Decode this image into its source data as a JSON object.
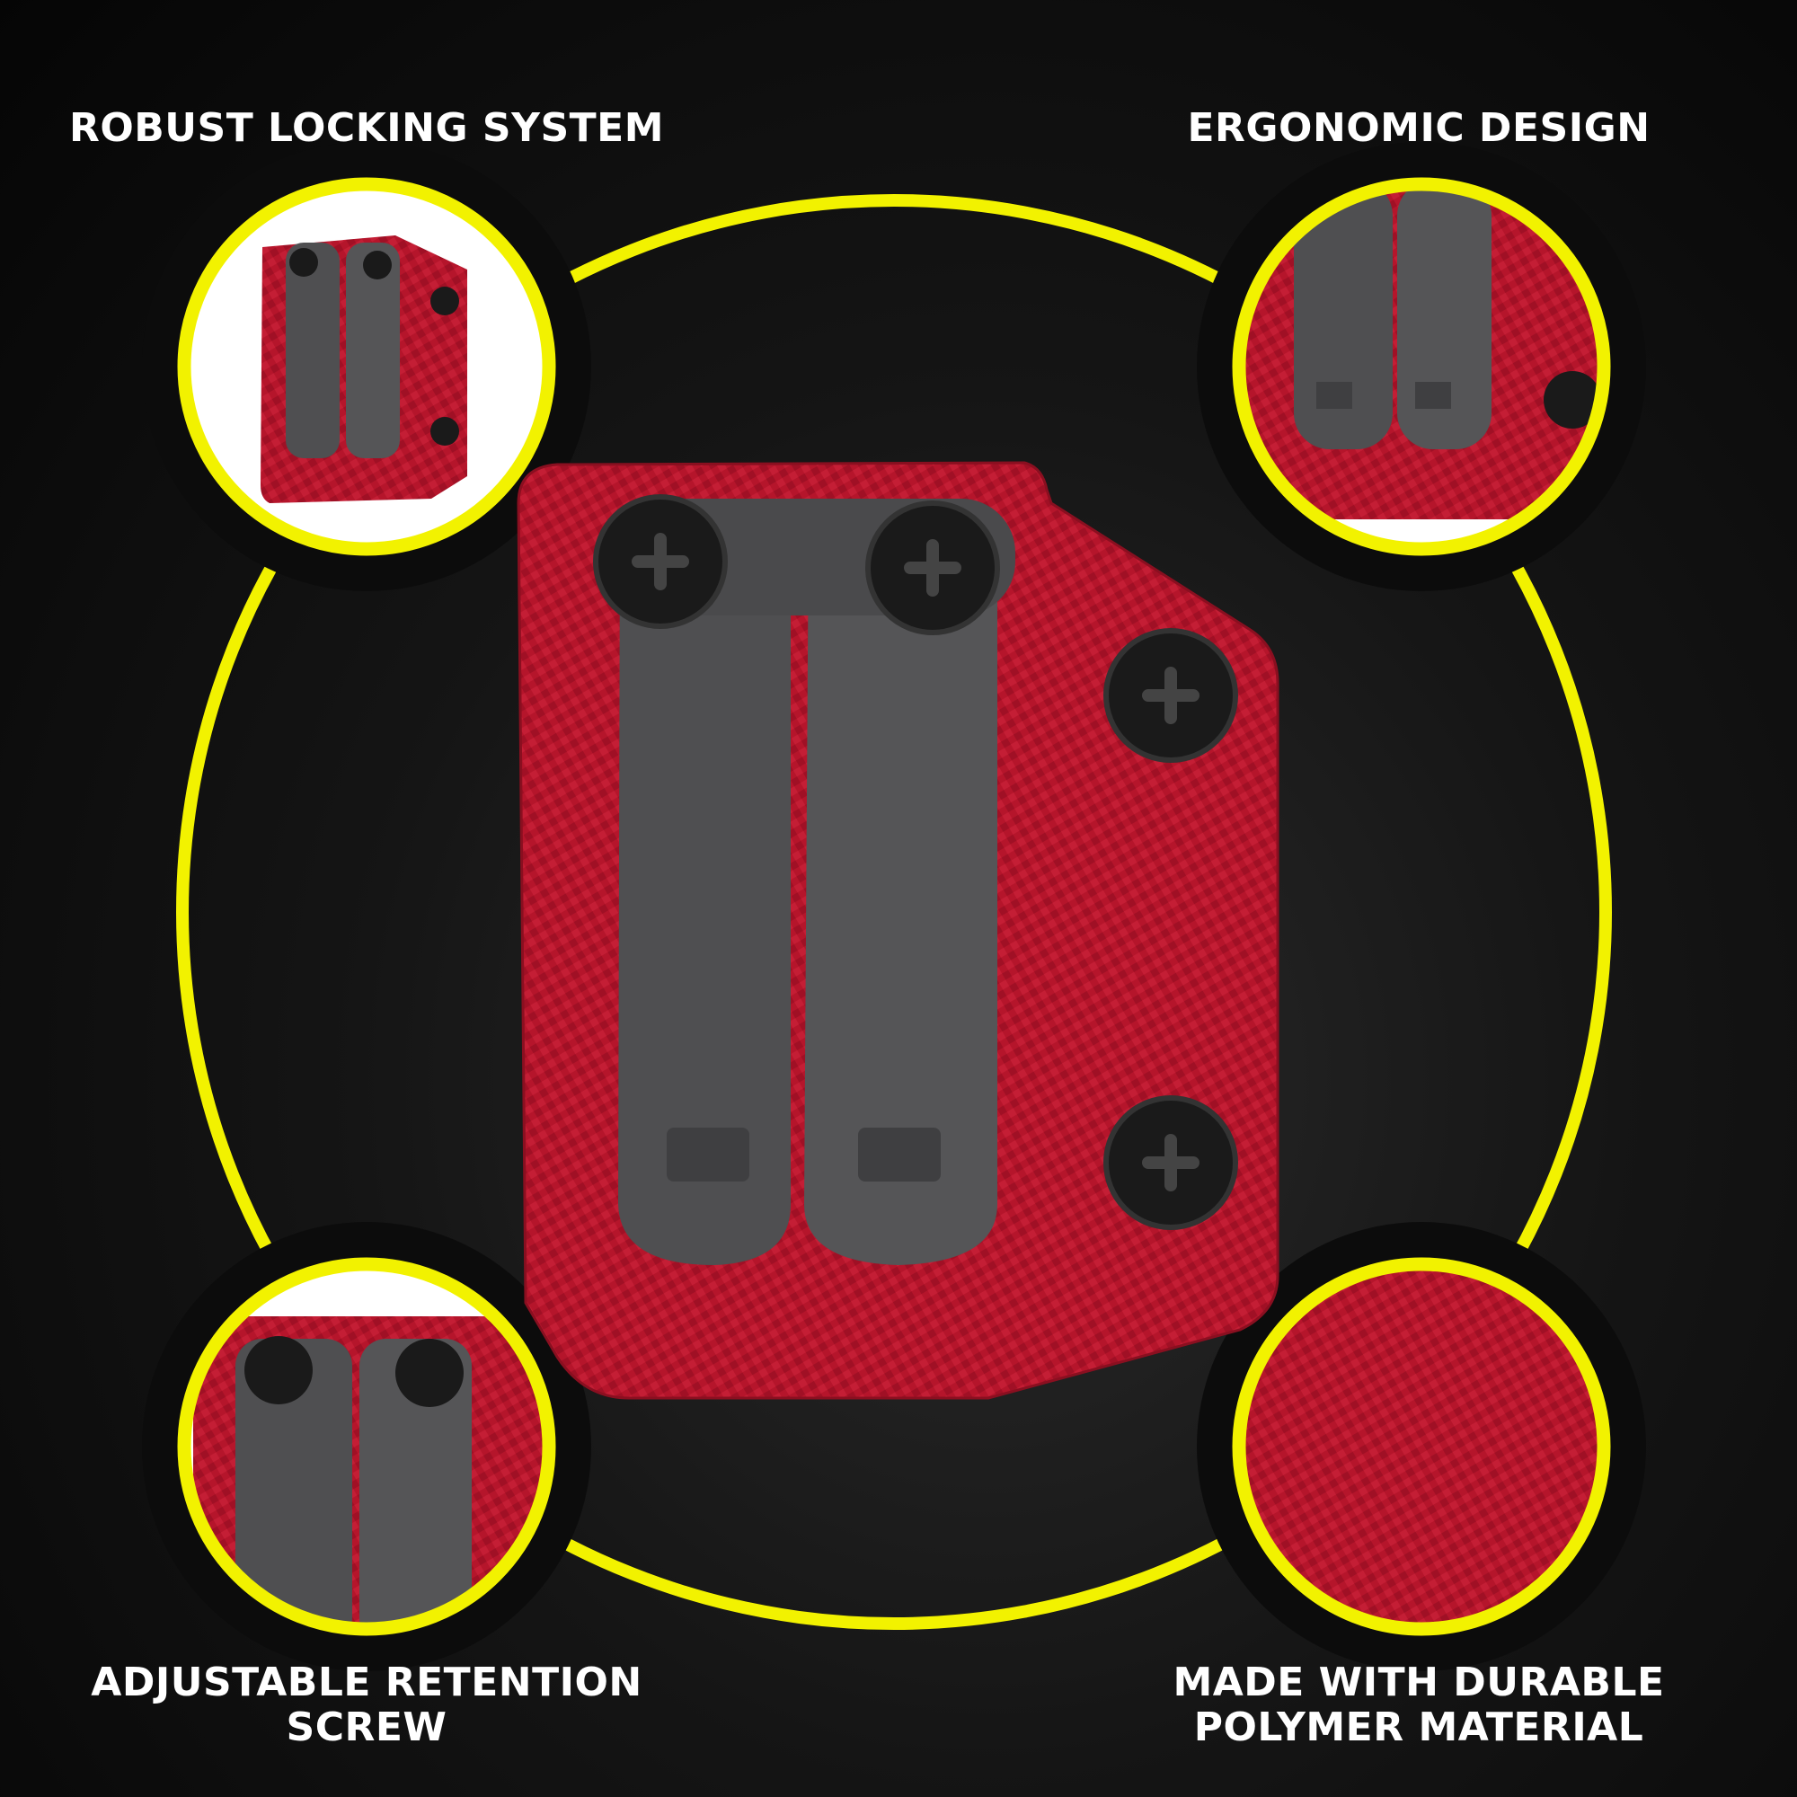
{
  "features": {
    "top_left": {
      "title": "ROBUST LOCKING SYSTEM"
    },
    "top_right": {
      "title": "ERGONOMIC DESIGN"
    },
    "bottom_left": {
      "line1": "ADJUSTABLE RETENTION",
      "line2": "SCREW"
    },
    "bottom_right": {
      "line1": "MADE WITH DURABLE",
      "line2": "POLYMER MATERIAL"
    }
  },
  "colors": {
    "accent": "#f2f200",
    "holster": "#b5152b",
    "clip": "#4f4f51",
    "screw": "#1a1a1a"
  }
}
